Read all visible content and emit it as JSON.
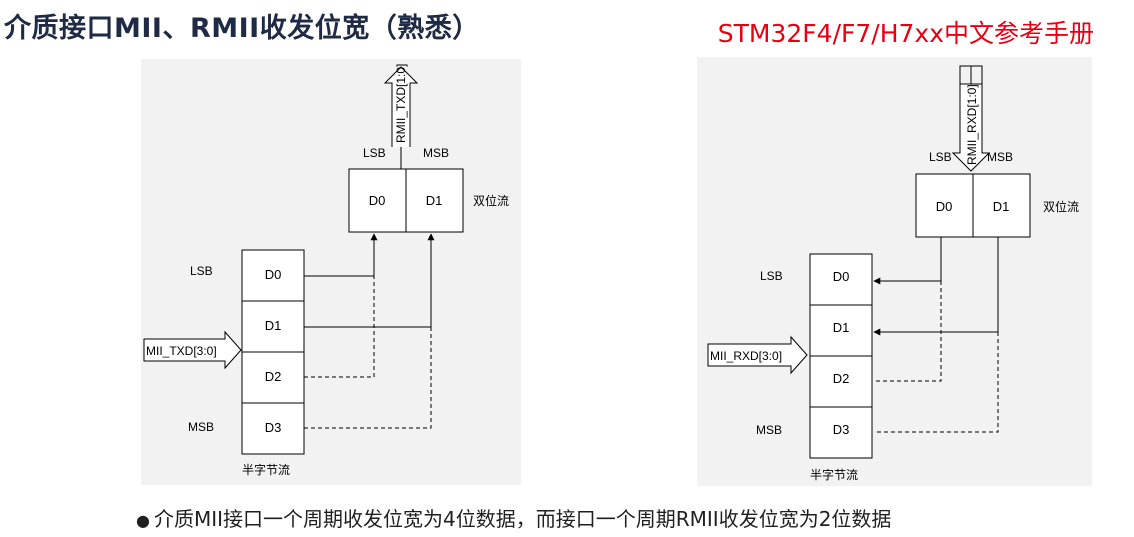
{
  "title": "介质接口MII、RMII收发位宽（熟悉）",
  "subtitle": "STM32F4/F7/H7xx中文参考手册",
  "tx_panel": {
    "bus_top": "RMII_TXD[1:0]",
    "lsb_top": "LSB",
    "msb_top": "MSB",
    "d0_top": "D0",
    "d1_top": "D1",
    "dibit_label": "双位流",
    "lsb_left": "LSB",
    "msb_left": "MSB",
    "nib_d0": "D0",
    "nib_d1": "D1",
    "nib_d2": "D2",
    "nib_d3": "D3",
    "bus_left": "MII_TXD[3:0]",
    "nibble_label": "半字节流"
  },
  "rx_panel": {
    "bus_top": "RMII_RXD[1:0]",
    "lsb_top": "LSB",
    "msb_top": "MSB",
    "d0_top": "D0",
    "d1_top": "D1",
    "dibit_label": "双位流",
    "lsb_left": "LSB",
    "msb_left": "MSB",
    "nib_d0": "D0",
    "nib_d1": "D1",
    "nib_d2": "D2",
    "nib_d3": "D3",
    "bus_left": "MII_RXD[3:0]",
    "nibble_label": "半字节流"
  },
  "bullet": "介质MII接口一个周期收发位宽为4位数据，而接口一个周期RMII收发位宽为2位数据"
}
